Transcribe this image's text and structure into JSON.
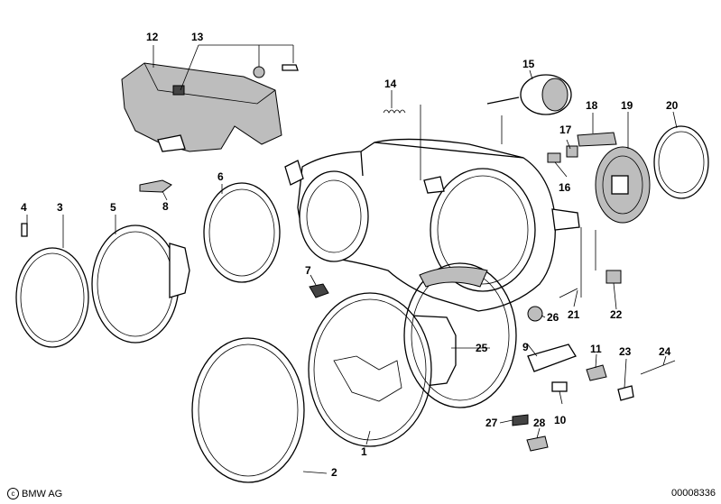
{
  "diagram": {
    "callouts": [
      {
        "id": "c1",
        "text": "1"
      },
      {
        "id": "c2",
        "text": "2"
      },
      {
        "id": "c3",
        "text": "3"
      },
      {
        "id": "c4",
        "text": "4"
      },
      {
        "id": "c5",
        "text": "5"
      },
      {
        "id": "c6",
        "text": "6"
      },
      {
        "id": "c7",
        "text": "7"
      },
      {
        "id": "c8",
        "text": "8"
      },
      {
        "id": "c9",
        "text": "9"
      },
      {
        "id": "c10",
        "text": "10"
      },
      {
        "id": "c11",
        "text": "11"
      },
      {
        "id": "c12",
        "text": "12"
      },
      {
        "id": "c13",
        "text": "13"
      },
      {
        "id": "c14",
        "text": "14"
      },
      {
        "id": "c15",
        "text": "15"
      },
      {
        "id": "c16",
        "text": "16"
      },
      {
        "id": "c17",
        "text": "17"
      },
      {
        "id": "c18",
        "text": "18"
      },
      {
        "id": "c19",
        "text": "19"
      },
      {
        "id": "c20",
        "text": "20"
      },
      {
        "id": "c21",
        "text": "21"
      },
      {
        "id": "c22",
        "text": "22"
      },
      {
        "id": "c23",
        "text": "23"
      },
      {
        "id": "c24",
        "text": "24"
      },
      {
        "id": "c25",
        "text": "25"
      },
      {
        "id": "c26",
        "text": "26"
      },
      {
        "id": "c27",
        "text": "27"
      },
      {
        "id": "c28",
        "text": "28"
      }
    ]
  },
  "footer": {
    "copyright_symbol": "c",
    "copyright": "BMW AG",
    "doc_number": "00008336"
  }
}
